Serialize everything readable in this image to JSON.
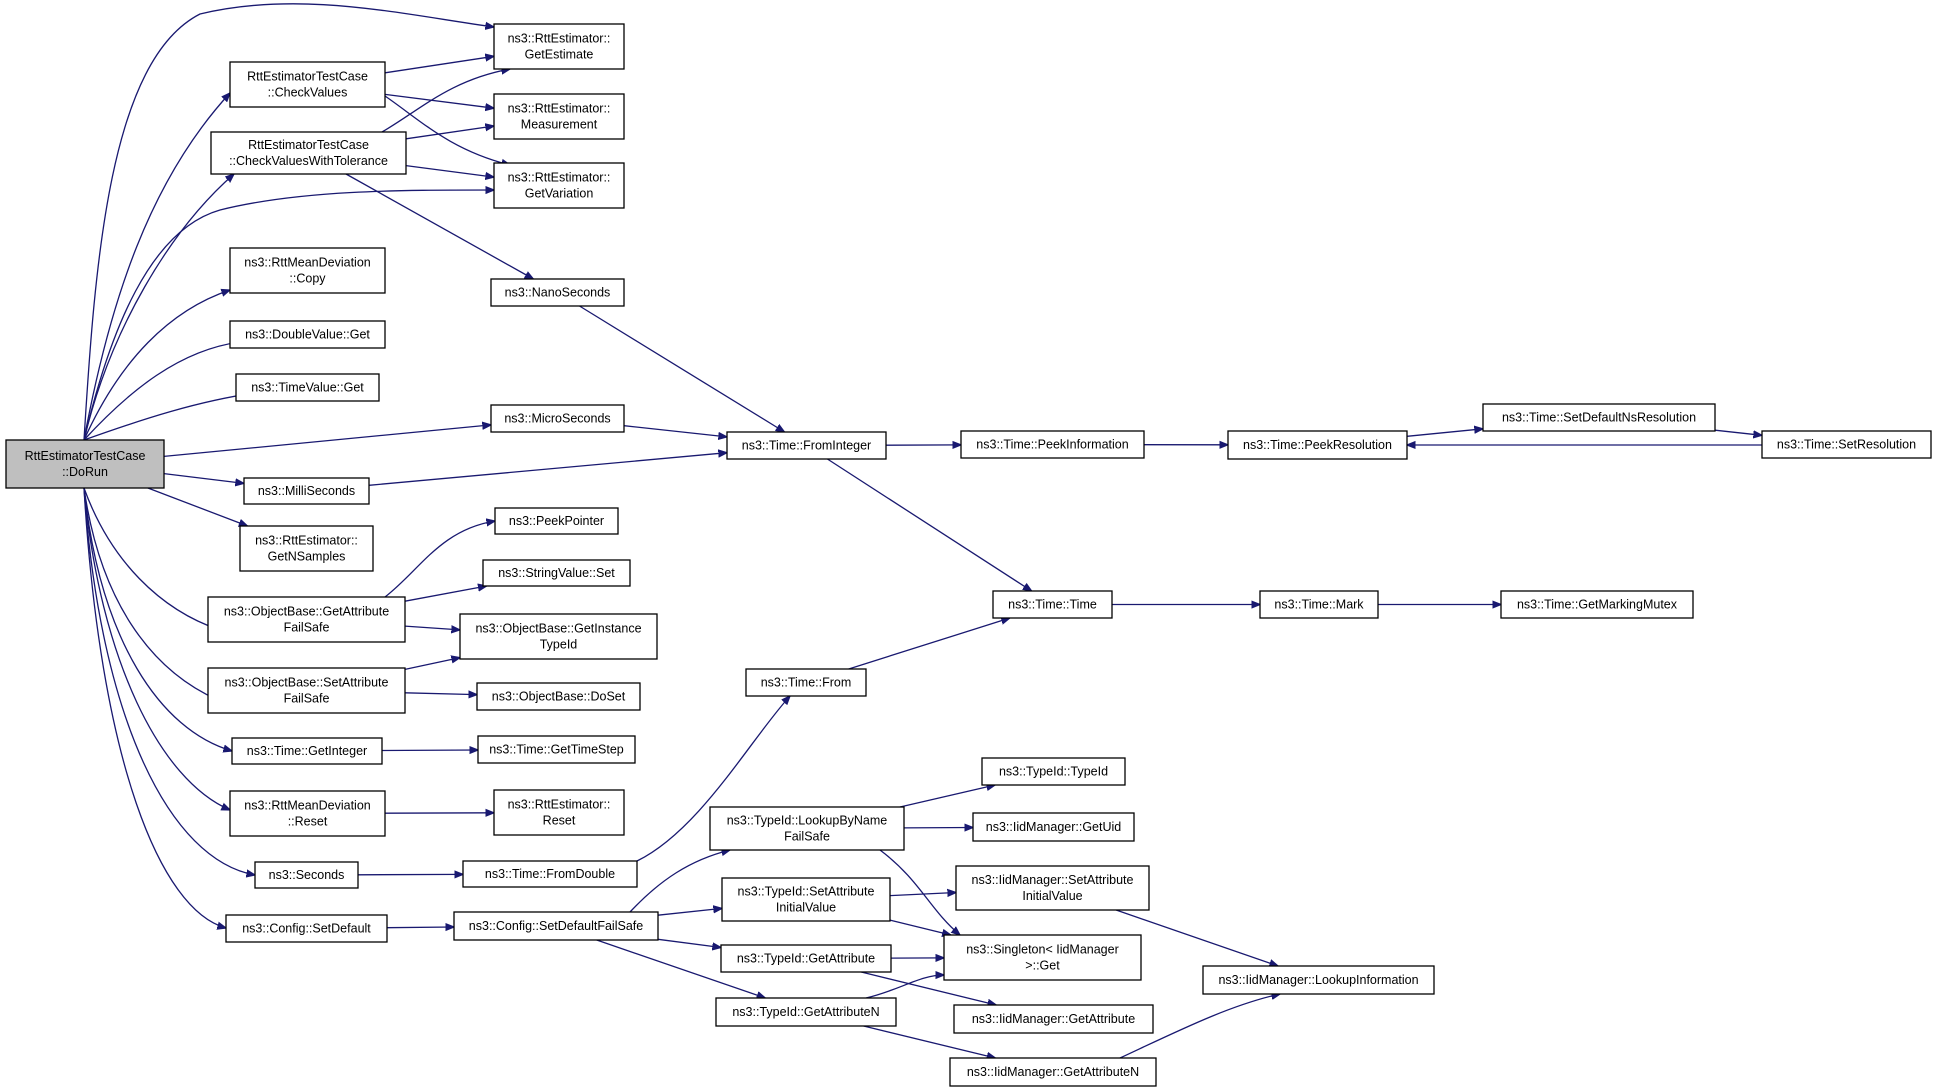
{
  "nodes": [
    {
      "id": "dorun",
      "lines": [
        "RttEstimatorTestCase",
        "::DoRun"
      ],
      "root": true
    },
    {
      "id": "checkvalues",
      "lines": [
        "RttEstimatorTestCase",
        "::CheckValues"
      ]
    },
    {
      "id": "checktol",
      "lines": [
        "RttEstimatorTestCase",
        "::CheckValuesWithTolerance"
      ]
    },
    {
      "id": "copy",
      "lines": [
        "ns3::RttMeanDeviation",
        "::Copy"
      ]
    },
    {
      "id": "dblget",
      "lines": [
        "ns3::DoubleValue::Get"
      ]
    },
    {
      "id": "timevalget",
      "lines": [
        "ns3::TimeValue::Get"
      ]
    },
    {
      "id": "milli",
      "lines": [
        "ns3::MilliSeconds"
      ]
    },
    {
      "id": "getnsamples",
      "lines": [
        "ns3::RttEstimator::",
        "GetNSamples"
      ]
    },
    {
      "id": "getattrfs",
      "lines": [
        "ns3::ObjectBase::GetAttribute",
        "FailSafe"
      ]
    },
    {
      "id": "setattrfs",
      "lines": [
        "ns3::ObjectBase::SetAttribute",
        "FailSafe"
      ]
    },
    {
      "id": "getinteger",
      "lines": [
        "ns3::Time::GetInteger"
      ]
    },
    {
      "id": "rmdreset",
      "lines": [
        "ns3::RttMeanDeviation",
        "::Reset"
      ]
    },
    {
      "id": "seconds",
      "lines": [
        "ns3::Seconds"
      ]
    },
    {
      "id": "cfgsetdefault",
      "lines": [
        "ns3::Config::SetDefault"
      ]
    },
    {
      "id": "getestimate",
      "lines": [
        "ns3::RttEstimator::",
        "GetEstimate"
      ]
    },
    {
      "id": "measurement",
      "lines": [
        "ns3::RttEstimator::",
        "Measurement"
      ]
    },
    {
      "id": "getvariation",
      "lines": [
        "ns3::RttEstimator::",
        "GetVariation"
      ]
    },
    {
      "id": "nano",
      "lines": [
        "ns3::NanoSeconds"
      ]
    },
    {
      "id": "micro",
      "lines": [
        "ns3::MicroSeconds"
      ]
    },
    {
      "id": "peekpointer",
      "lines": [
        "ns3::PeekPointer"
      ]
    },
    {
      "id": "strset",
      "lines": [
        "ns3::StringValue::Set"
      ]
    },
    {
      "id": "getinsttypeid",
      "lines": [
        "ns3::ObjectBase::GetInstance",
        "TypeId"
      ]
    },
    {
      "id": "doset",
      "lines": [
        "ns3::ObjectBase::DoSet"
      ]
    },
    {
      "id": "gettimestep",
      "lines": [
        "ns3::Time::GetTimeStep"
      ]
    },
    {
      "id": "rereset",
      "lines": [
        "ns3::RttEstimator::",
        "Reset"
      ]
    },
    {
      "id": "fromdouble",
      "lines": [
        "ns3::Time::FromDouble"
      ]
    },
    {
      "id": "cfgsetdefaultfs",
      "lines": [
        "ns3::Config::SetDefaultFailSafe"
      ]
    },
    {
      "id": "frominteger",
      "lines": [
        "ns3::Time::FromInteger"
      ]
    },
    {
      "id": "timefrom",
      "lines": [
        "ns3::Time::From"
      ]
    },
    {
      "id": "lookupbyname",
      "lines": [
        "ns3::TypeId::LookupByName",
        "FailSafe"
      ]
    },
    {
      "id": "tsetattrinit",
      "lines": [
        "ns3::TypeId::SetAttribute",
        "InitialValue"
      ]
    },
    {
      "id": "tgetattr",
      "lines": [
        "ns3::TypeId::GetAttribute"
      ]
    },
    {
      "id": "tgetattrn",
      "lines": [
        "ns3::TypeId::GetAttributeN"
      ]
    },
    {
      "id": "peekinfo",
      "lines": [
        "ns3::Time::PeekInformation"
      ]
    },
    {
      "id": "timetime",
      "lines": [
        "ns3::Time::Time"
      ]
    },
    {
      "id": "typeidtypeid",
      "lines": [
        "ns3::TypeId::TypeId"
      ]
    },
    {
      "id": "iidgetuid",
      "lines": [
        "ns3::IidManager::GetUid"
      ]
    },
    {
      "id": "iidsetattrinit",
      "lines": [
        "ns3::IidManager::SetAttribute",
        "InitialValue"
      ]
    },
    {
      "id": "singleton",
      "lines": [
        "ns3::Singleton< IidManager",
        ">::Get"
      ]
    },
    {
      "id": "iidgetattr",
      "lines": [
        "ns3::IidManager::GetAttribute"
      ]
    },
    {
      "id": "iidgetattrn",
      "lines": [
        "ns3::IidManager::GetAttributeN"
      ]
    },
    {
      "id": "peekres",
      "lines": [
        "ns3::Time::PeekResolution"
      ]
    },
    {
      "id": "timemark",
      "lines": [
        "ns3::Time::Mark"
      ]
    },
    {
      "id": "iidlookupinfo",
      "lines": [
        "ns3::IidManager::LookupInformation"
      ]
    },
    {
      "id": "setdefnsres",
      "lines": [
        "ns3::Time::SetDefaultNsResolution"
      ]
    },
    {
      "id": "getmarkingmutex",
      "lines": [
        "ns3::Time::GetMarkingMutex"
      ]
    },
    {
      "id": "setres",
      "lines": [
        "ns3::Time::SetResolution"
      ]
    }
  ],
  "edges": [
    [
      "dorun",
      "getestimate"
    ],
    [
      "dorun",
      "checkvalues"
    ],
    [
      "dorun",
      "checktol"
    ],
    [
      "dorun",
      "getvariation"
    ],
    [
      "dorun",
      "copy"
    ],
    [
      "dorun",
      "dblget"
    ],
    [
      "dorun",
      "timevalget"
    ],
    [
      "dorun",
      "micro"
    ],
    [
      "dorun",
      "milli"
    ],
    [
      "dorun",
      "getnsamples"
    ],
    [
      "dorun",
      "getattrfs"
    ],
    [
      "dorun",
      "setattrfs"
    ],
    [
      "dorun",
      "getinteger"
    ],
    [
      "dorun",
      "rmdreset"
    ],
    [
      "dorun",
      "seconds"
    ],
    [
      "dorun",
      "cfgsetdefault"
    ],
    [
      "checkvalues",
      "getestimate"
    ],
    [
      "checkvalues",
      "measurement"
    ],
    [
      "checkvalues",
      "getvariation"
    ],
    [
      "checktol",
      "getestimate"
    ],
    [
      "checktol",
      "measurement"
    ],
    [
      "checktol",
      "getvariation"
    ],
    [
      "checktol",
      "nano"
    ],
    [
      "nano",
      "frominteger"
    ],
    [
      "micro",
      "frominteger"
    ],
    [
      "milli",
      "frominteger"
    ],
    [
      "getattrfs",
      "peekpointer"
    ],
    [
      "getattrfs",
      "strset"
    ],
    [
      "getattrfs",
      "getinsttypeid"
    ],
    [
      "setattrfs",
      "getinsttypeid"
    ],
    [
      "setattrfs",
      "doset"
    ],
    [
      "getinteger",
      "gettimestep"
    ],
    [
      "rmdreset",
      "rereset"
    ],
    [
      "seconds",
      "fromdouble"
    ],
    [
      "fromdouble",
      "timefrom"
    ],
    [
      "timefrom",
      "timetime"
    ],
    [
      "cfgsetdefault",
      "cfgsetdefaultfs"
    ],
    [
      "cfgsetdefaultfs",
      "lookupbyname"
    ],
    [
      "cfgsetdefaultfs",
      "tsetattrinit"
    ],
    [
      "cfgsetdefaultfs",
      "tgetattr"
    ],
    [
      "cfgsetdefaultfs",
      "tgetattrn"
    ],
    [
      "frominteger",
      "peekinfo"
    ],
    [
      "frominteger",
      "timetime"
    ],
    [
      "peekinfo",
      "peekres"
    ],
    [
      "peekres",
      "setdefnsres"
    ],
    [
      "setdefnsres",
      "setres"
    ],
    [
      "setres",
      "peekres"
    ],
    [
      "timetime",
      "timemark"
    ],
    [
      "timemark",
      "getmarkingmutex"
    ],
    [
      "lookupbyname",
      "typeidtypeid"
    ],
    [
      "lookupbyname",
      "iidgetuid"
    ],
    [
      "lookupbyname",
      "singleton"
    ],
    [
      "tsetattrinit",
      "iidsetattrinit"
    ],
    [
      "tsetattrinit",
      "singleton"
    ],
    [
      "tgetattr",
      "singleton"
    ],
    [
      "tgetattr",
      "iidgetattr"
    ],
    [
      "tgetattrn",
      "singleton"
    ],
    [
      "tgetattrn",
      "iidgetattrn"
    ],
    [
      "iidsetattrinit",
      "iidlookupinfo"
    ],
    [
      "iidgetattrn",
      "iidlookupinfo"
    ]
  ],
  "colors": {
    "edge": "#191970",
    "node_border": "#000000",
    "node_fill": "#ffffff",
    "root_fill": "#bfbfbf"
  }
}
